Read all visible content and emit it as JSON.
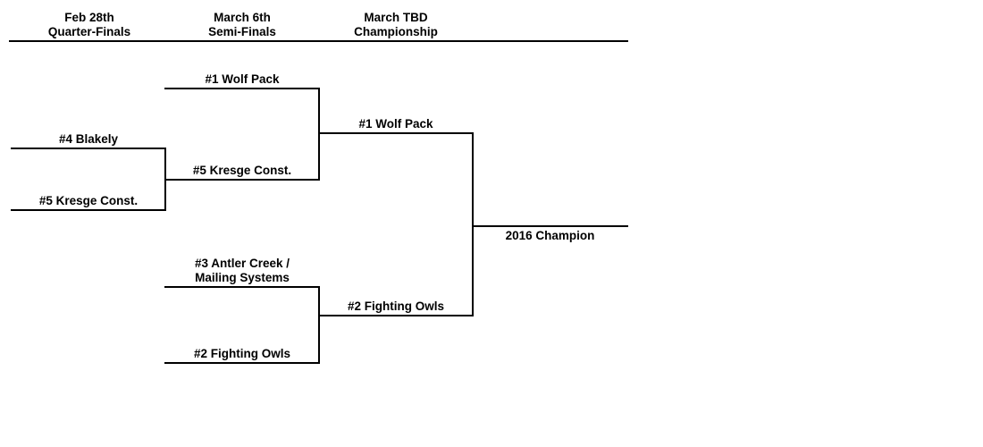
{
  "colors": {
    "background": "#ffffff",
    "line": "#000000",
    "text": "#000000"
  },
  "header": {
    "columns": [
      {
        "date": "Feb 28th",
        "round": "Quarter-Finals"
      },
      {
        "date": "March 6th",
        "round": "Semi-Finals"
      },
      {
        "date": "March TBD",
        "round": "Championship"
      }
    ]
  },
  "bracket": {
    "quarterfinal": {
      "team_top": "#4 Blakely",
      "team_bottom": "#5 Kresge Const."
    },
    "semifinal_top": {
      "team_top": "#1 Wolf Pack",
      "team_bottom": "#5 Kresge Const."
    },
    "semifinal_bottom": {
      "team_top_line1": "#3 Antler Creek /",
      "team_top_line2": "Mailing Systems",
      "team_bottom": "#2 Fighting Owls"
    },
    "final": {
      "team_top": "#1 Wolf Pack",
      "team_bottom": "#2 Fighting Owls"
    },
    "champion_label": "2016 Champion"
  }
}
